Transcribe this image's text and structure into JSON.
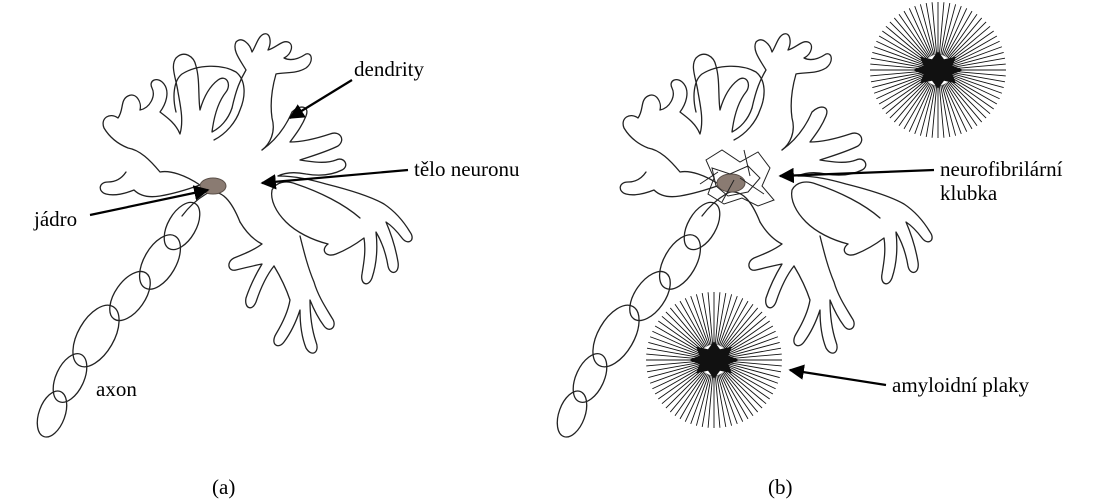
{
  "panel_a": {
    "label_dendrity": "dendrity",
    "label_telo": "tělo neuronu",
    "label_jadro": "jádro",
    "label_axon": "axon",
    "caption": "(a)"
  },
  "panel_b": {
    "label_neuro_line1": "neurofibrilární",
    "label_neuro_line2": "klubka",
    "label_amyloid": "amyloidní plaky",
    "caption": "(b)"
  },
  "colors": {
    "nucleus": "#8a7b72",
    "outline": "#222222",
    "plaque": "#111111"
  }
}
